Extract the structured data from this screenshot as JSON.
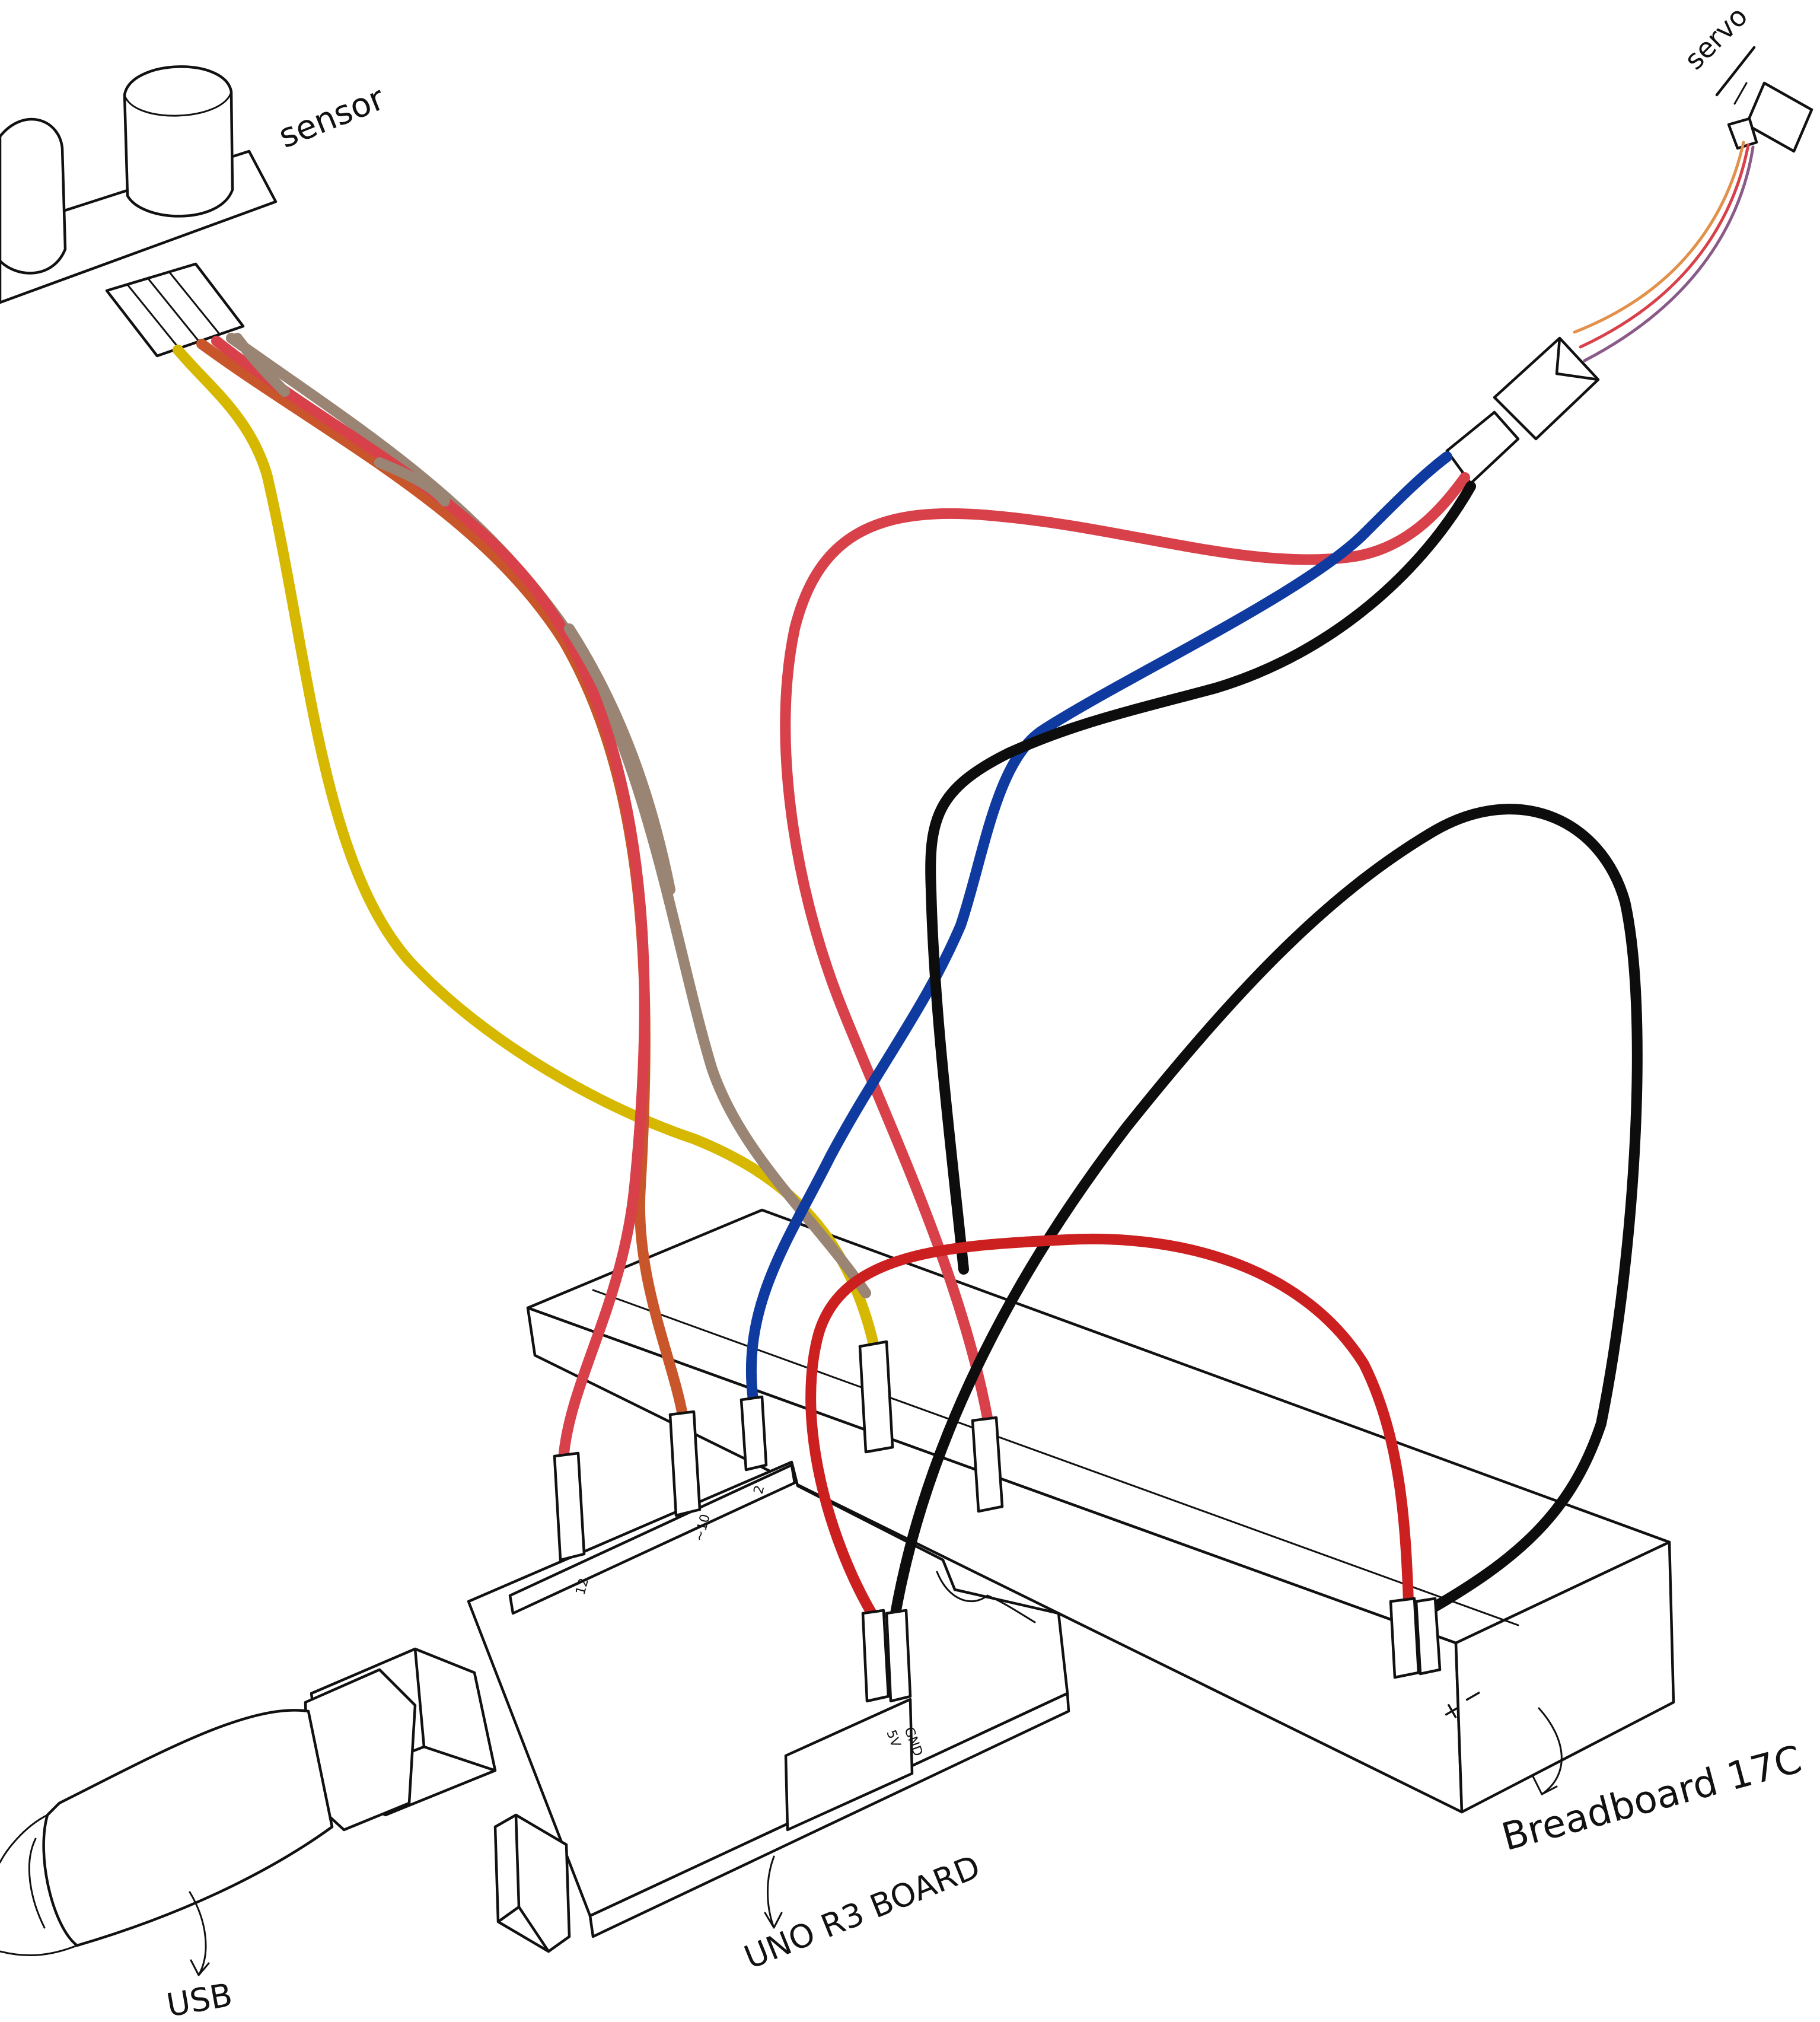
{
  "labels": {
    "sensor": "sensor",
    "servo": "servo",
    "breadboard": "Breadboard 17C",
    "uno": "UNO R3 BOARD",
    "usb": "USB",
    "pin_12": "12",
    "pin_10": "~10",
    "pin_2": "2",
    "pin_5v": "5V",
    "pin_gnd": "GND",
    "rail_plus": "+",
    "rail_minus": "−"
  },
  "colors": {
    "red": "#d8404a",
    "dark_red": "#cc1f1f",
    "orange": "#c8562a",
    "yellow": "#d6b800",
    "brown": "#9a8574",
    "blue": "#0f3aa0",
    "black": "#0d0d0d",
    "servo_lead_orange": "#e2904a",
    "servo_lead_red": "#d8404a",
    "servo_lead_brown": "#8a5a88"
  }
}
